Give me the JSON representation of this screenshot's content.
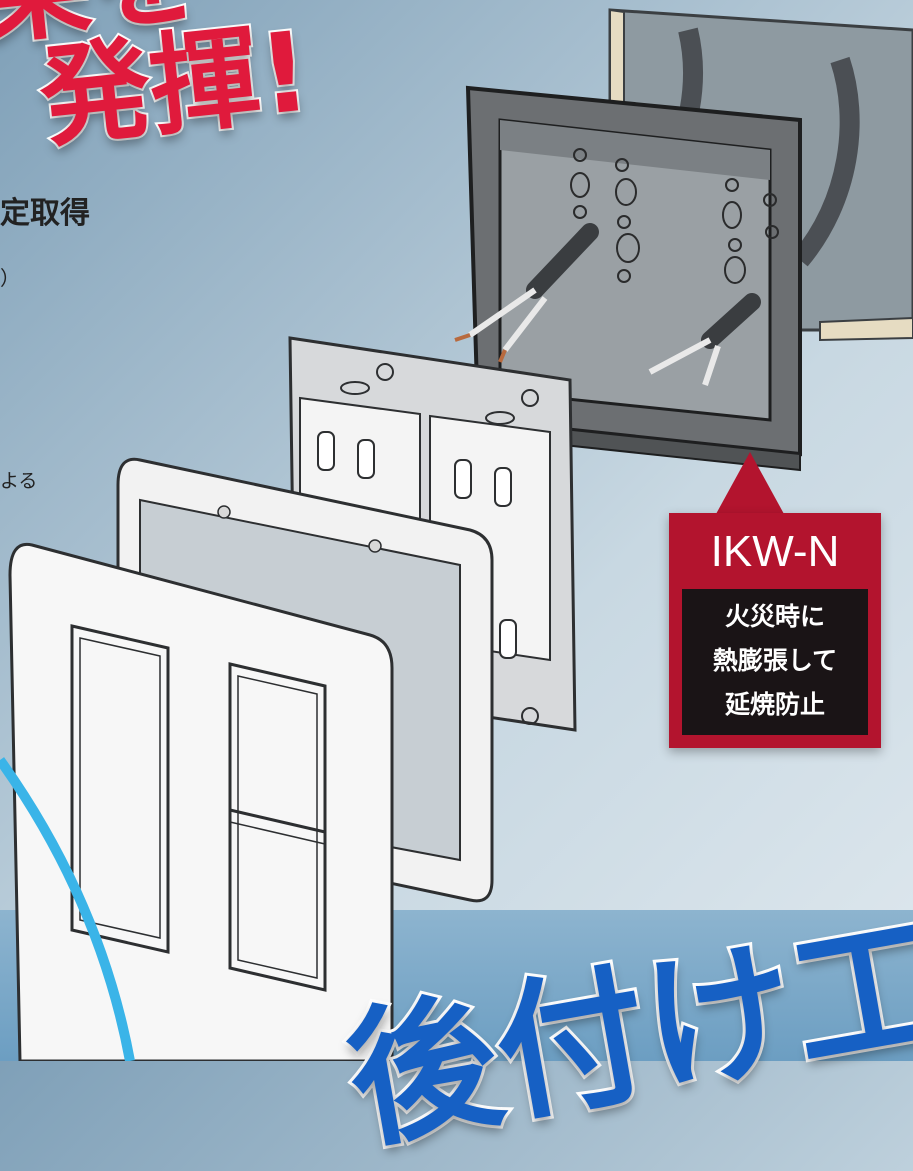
{
  "headline": {
    "line1": "果を",
    "line2": "発揮!"
  },
  "sub_heading": "定取得",
  "paren_text": "）",
  "fragment_yoru": "よる",
  "callout": {
    "code": "IKW-N",
    "lines": [
      "火災時に",
      "熱膨張して",
      "延焼防止"
    ],
    "color": "#b3142e"
  },
  "bottom_text": "後付け工法",
  "colors": {
    "headline": "#e01a3c",
    "bottom_text": "#1660c4"
  },
  "icons": [
    "electrical-box-illustration",
    "outlet-plate-illustration",
    "cover-plate-illustration"
  ]
}
